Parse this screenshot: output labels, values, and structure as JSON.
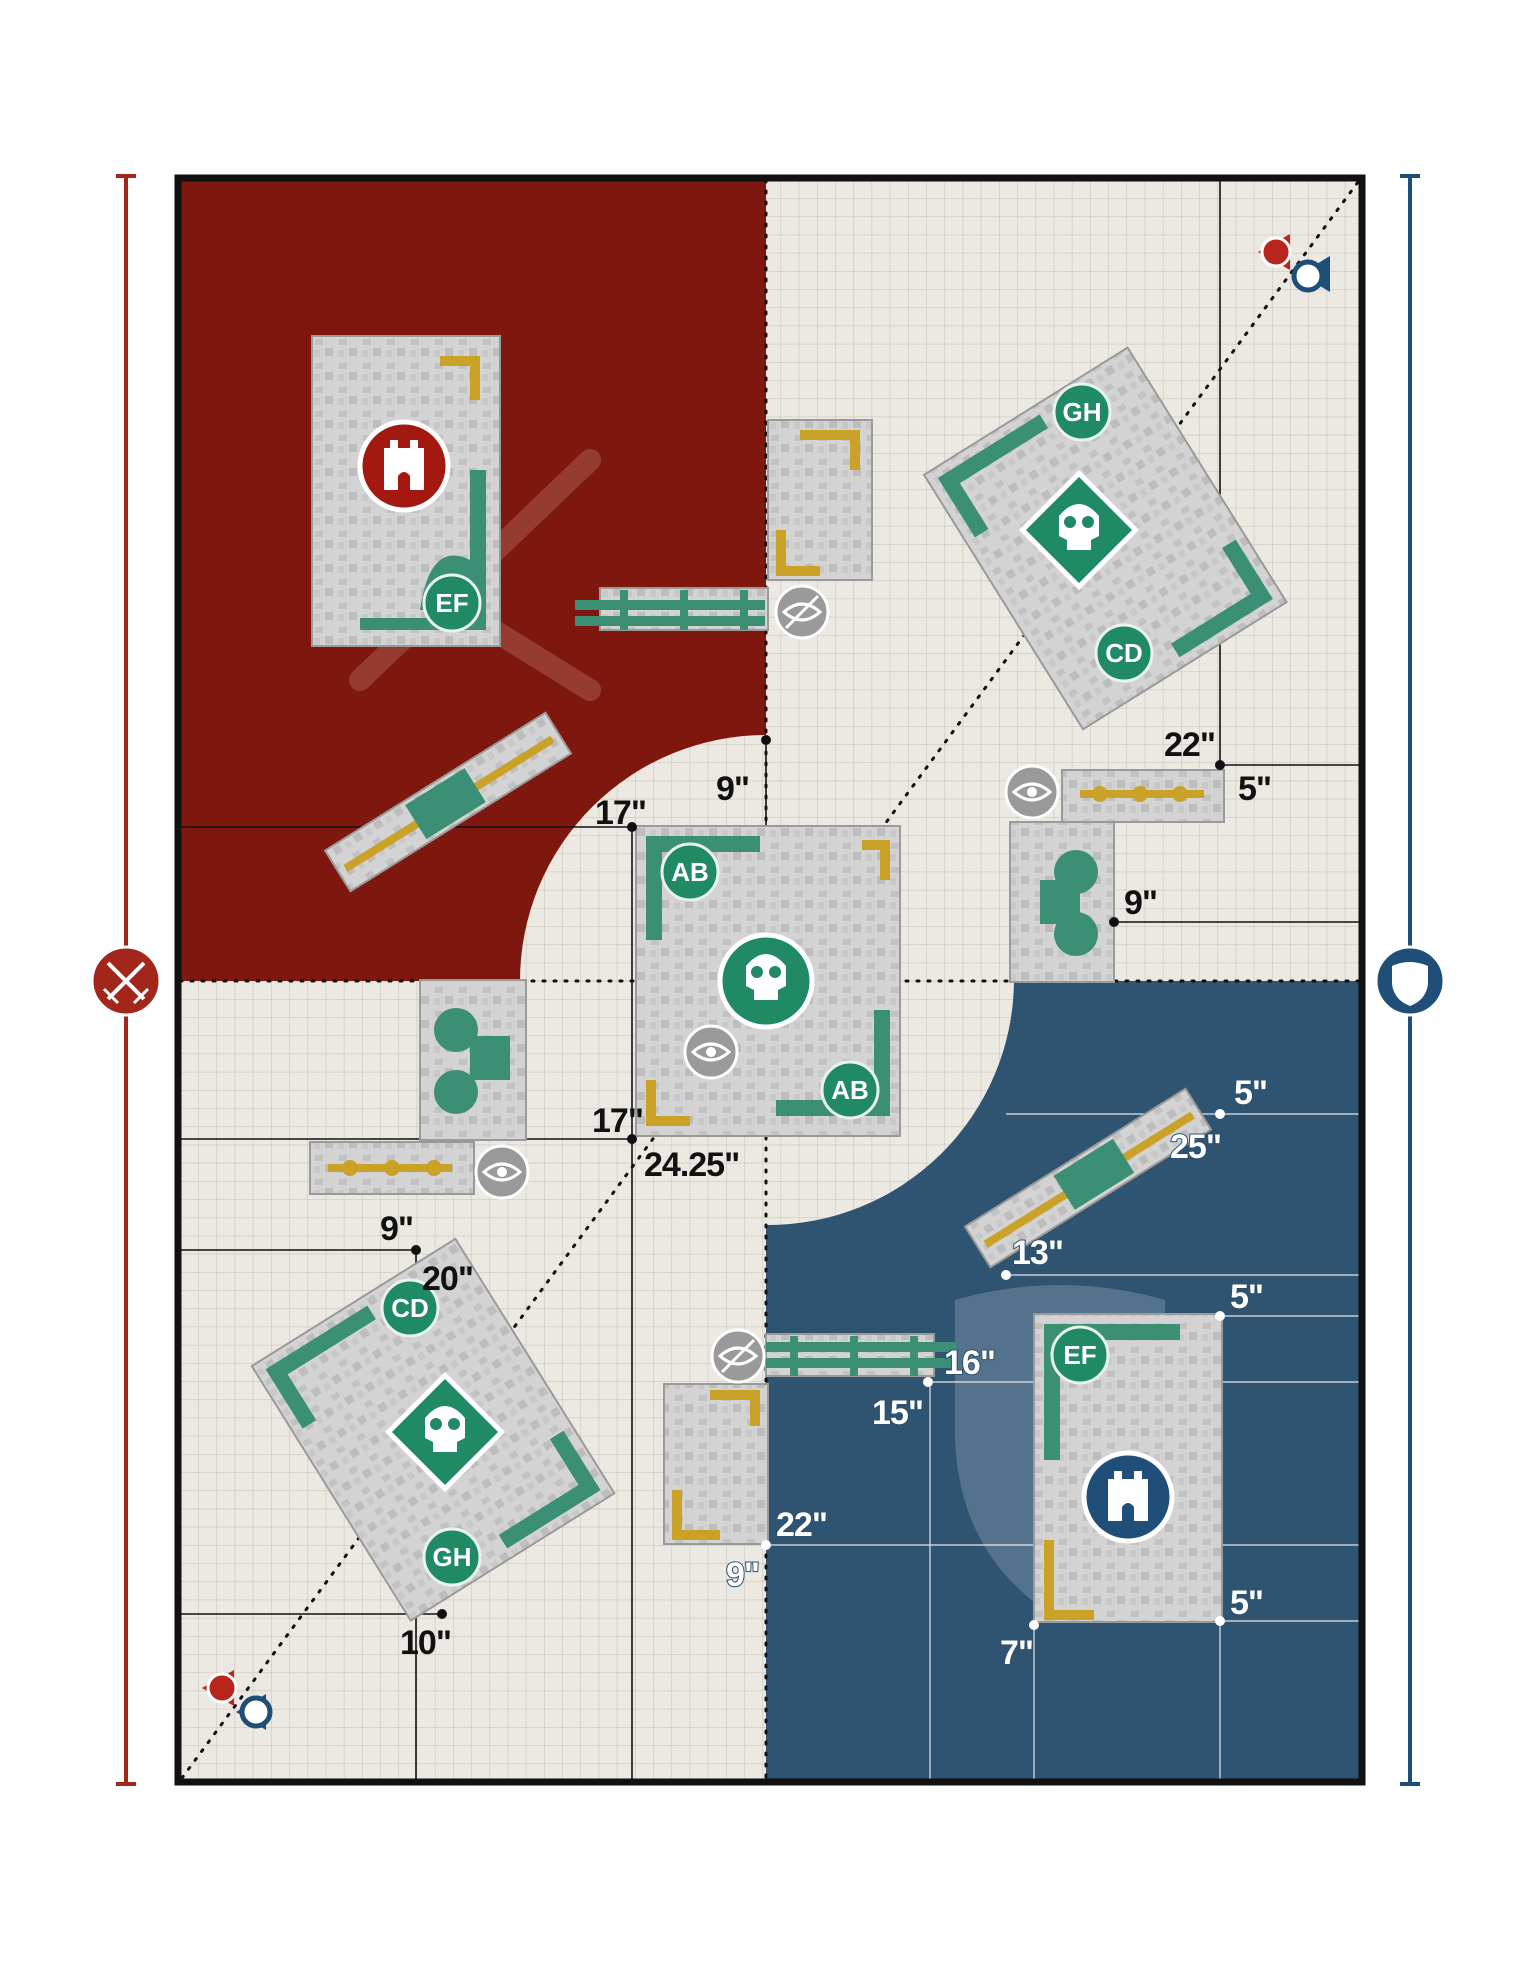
{
  "colors": {
    "red_zone": "#7e180f",
    "blue_zone": "#2f5472",
    "neutral": "#ece9e2",
    "grid_line": "#c9c6bf",
    "terrain_fill": "#d2d2d2",
    "wall_green": "#3b8f74",
    "wall_gold": "#c9a227",
    "token_green": "#1f8a63",
    "border": "#111111"
  },
  "objectives": {
    "center": "skull",
    "upper_right": "skull",
    "lower_left": "skull"
  },
  "terrain_tags": {
    "red_ef": "EF",
    "center_ab_top": "AB",
    "center_ab_bottom": "AB",
    "upper_gh": "GH",
    "upper_cd": "CD",
    "lower_cd": "CD",
    "lower_gh": "GH",
    "blue_ef": "EF"
  },
  "measurements": {
    "m_9_center": "9\"",
    "m_17_upper": "17\"",
    "m_17_lower": "17\"",
    "m_24_25": "24.25\"",
    "m_22_upper": "22\"",
    "m_5_upper": "5\"",
    "m_9_right": "9\"",
    "m_9_left": "9\"",
    "m_20": "20\"",
    "m_10": "10\"",
    "m_5_blue_a": "5\"",
    "m_25": "25\"",
    "m_13": "13\"",
    "m_5_blue_b": "5\"",
    "m_16": "16\"",
    "m_15": "15\"",
    "m_22_lower": "22\"",
    "m_9_lower": "9\"",
    "m_5_blue_c": "5\"",
    "m_7": "7\""
  },
  "side_markers": {
    "red": "crossed-swords-icon",
    "blue": "shield-icon"
  }
}
